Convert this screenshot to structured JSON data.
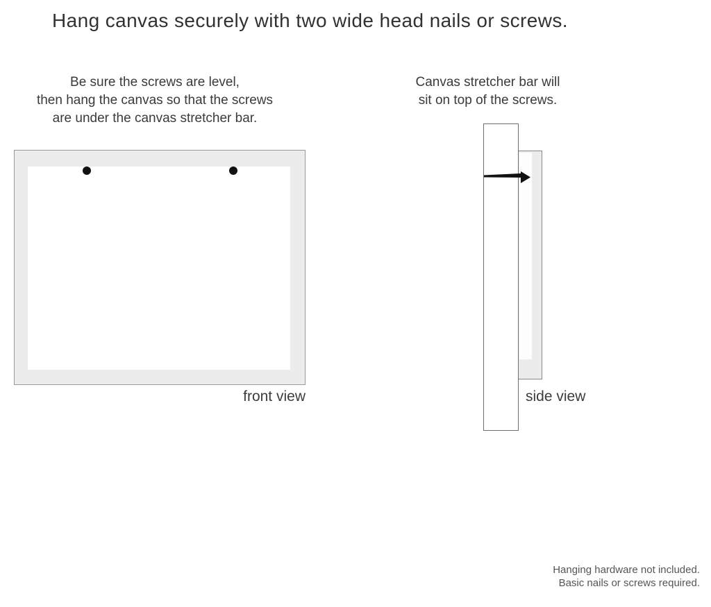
{
  "title": "Hang canvas securely with two wide head nails or screws.",
  "instructions": {
    "front": [
      "Be sure the screws are level,",
      "then hang the canvas so that the screws",
      "are under the canvas stretcher bar."
    ],
    "side": [
      "Canvas stretcher bar will",
      "sit on top of the screws."
    ]
  },
  "labels": {
    "front_view": "front view",
    "side_view": "side view"
  },
  "footnote": [
    "Hanging hardware not included.",
    "Basic nails or screws required."
  ],
  "icons": {
    "screw_left": "screw-head-dot",
    "screw_right": "screw-head-dot",
    "nail": "wide-head-nail-side-profile"
  },
  "colors": {
    "background": "#ffffff",
    "canvas_edge_gray": "#ececec",
    "front_border": "#999999",
    "side_border": "#6e6e6e",
    "ink_text": "#3a3a3a",
    "hardware_black": "#111111",
    "footnote_gray": "#555555"
  }
}
